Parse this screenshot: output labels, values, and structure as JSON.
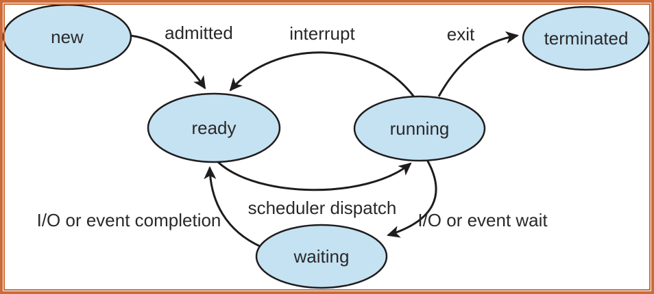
{
  "nodes": [
    {
      "id": "new",
      "label": "new"
    },
    {
      "id": "ready",
      "label": "ready"
    },
    {
      "id": "running",
      "label": "running"
    },
    {
      "id": "waiting",
      "label": "waiting"
    },
    {
      "id": "terminated",
      "label": "terminated"
    }
  ],
  "edges": [
    {
      "id": "admitted",
      "label": "admitted",
      "from": "new",
      "to": "ready"
    },
    {
      "id": "interrupt",
      "label": "interrupt",
      "from": "running",
      "to": "ready"
    },
    {
      "id": "exit",
      "label": "exit",
      "from": "running",
      "to": "terminated"
    },
    {
      "id": "scheduler-dispatch",
      "label": "scheduler dispatch",
      "from": "ready",
      "to": "running"
    },
    {
      "id": "io-or-event-wait",
      "label": "I/O or event wait",
      "from": "running",
      "to": "waiting"
    },
    {
      "id": "io-or-event-completion",
      "label": "I/O or event completion",
      "from": "waiting",
      "to": "ready"
    }
  ],
  "colors": {
    "node_fill": "#c4e2f2",
    "line": "#1f1c1d",
    "text": "#2b2829",
    "border": "#cc6b38",
    "background": "#ffffff"
  }
}
